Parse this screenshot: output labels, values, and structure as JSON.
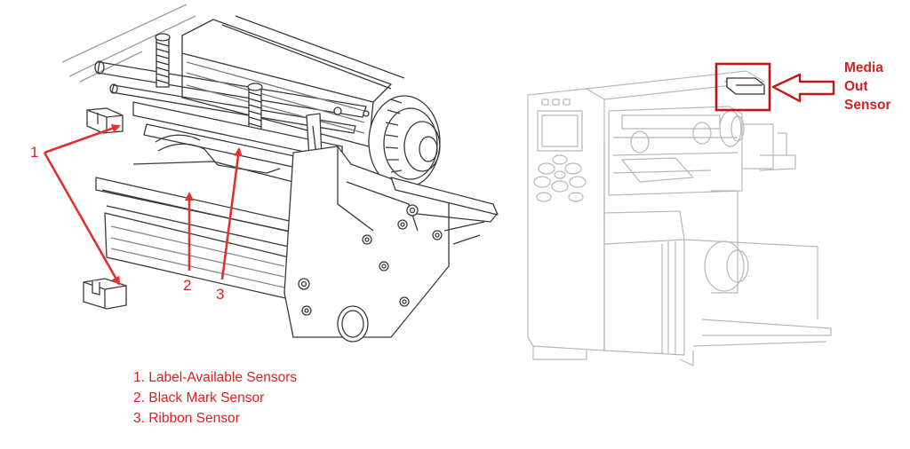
{
  "callouts": {
    "c1": "1",
    "c2": "2",
    "c3": "3"
  },
  "legend": [
    "1. Label-Available Sensors",
    "2. Black Mark Sensor",
    "3. Ribbon Sensor"
  ],
  "media_out_sensor": {
    "line1": "Media",
    "line2": "Out",
    "line3": "Sensor"
  },
  "colors": {
    "annotation": "#e02020",
    "line_art": "#3a3a3a",
    "printer_light": "#b8b8b8"
  },
  "icons": [
    "arrow-icon",
    "sensor-icon",
    "printer-icon",
    "print-mechanism-icon"
  ]
}
